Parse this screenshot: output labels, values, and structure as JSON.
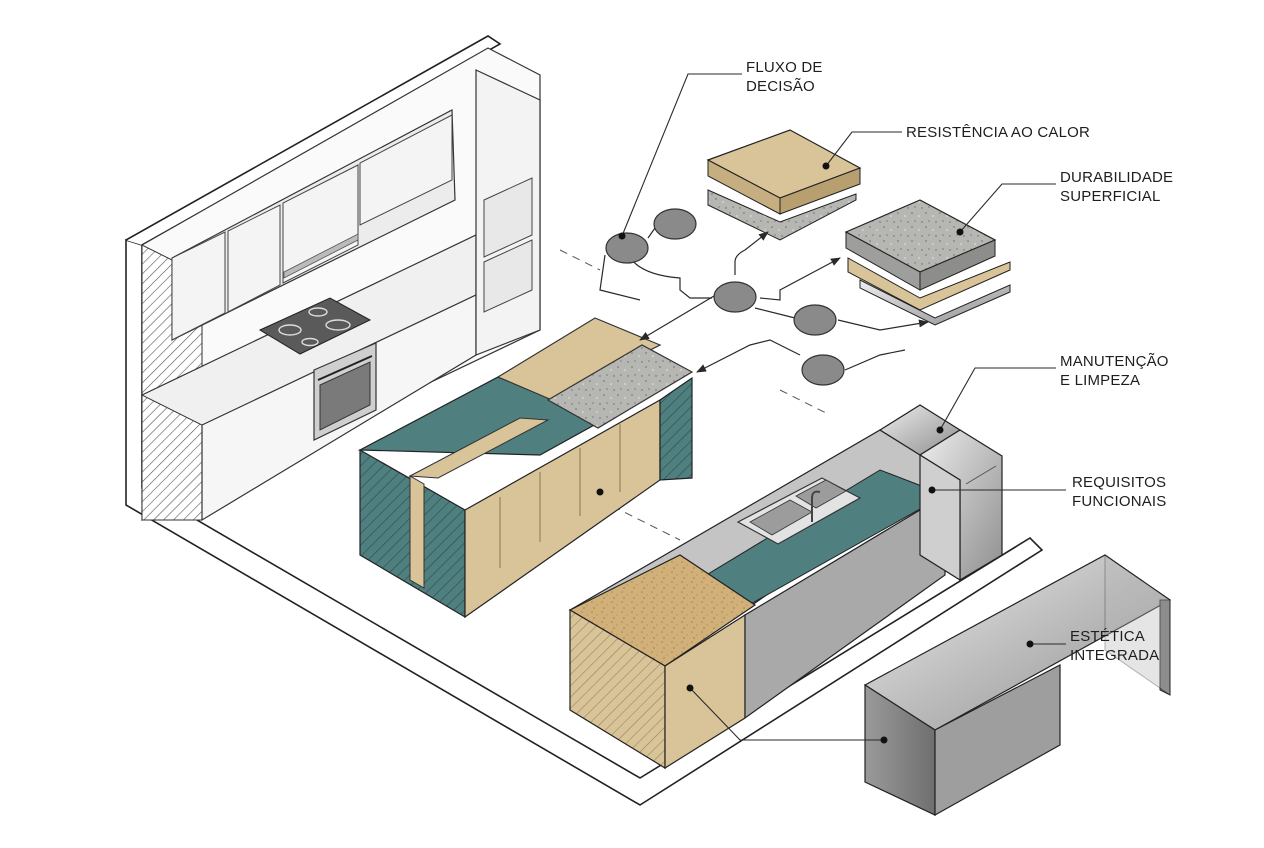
{
  "labels": {
    "fluxo_decisao": [
      "FLUXO DE",
      "DECISÃO"
    ],
    "resistencia_calor": [
      "RESISTÊNCIA AO CALOR"
    ],
    "durabilidade_superficial": [
      "DURABILIDADE",
      "SUPERFICIAL"
    ],
    "manutencao_limpeza": [
      "MANUTENÇÃO",
      "E LIMPEZA"
    ],
    "requisitos_funcionais": [
      "REQUISITOS",
      "FUNCIONAIS"
    ],
    "estetica_integrada": [
      "ESTÉTICA",
      "INTEGRADA"
    ]
  },
  "colors": {
    "teal": "#4f7f7f",
    "wood": "#d9c49a",
    "granite": "#b4b4b2",
    "steel": "#c8c8c8",
    "cabinet": "#f2f2f2",
    "cork": "#c9a878",
    "node": "#8a8a8a",
    "line": "#2a2a2a"
  },
  "icons": [
    "flow-node-icon",
    "sink-icon",
    "faucet-icon",
    "cooktop-icon",
    "oven-icon",
    "dishwasher-icon"
  ]
}
